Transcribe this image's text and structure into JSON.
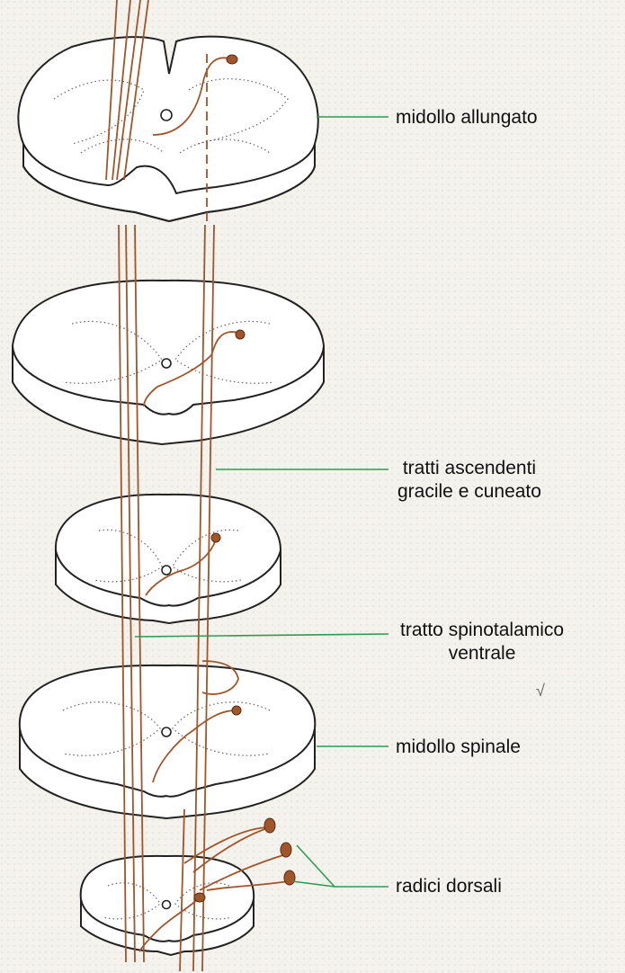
{
  "labels": {
    "medulla": "midollo allungato",
    "gracile_line1": "tratti ascendenti",
    "gracile_line2": "gracile e cuneato",
    "spinothalamic_line1": "tratto spinotalamico",
    "spinothalamic_line2": "ventrale",
    "spinal_cord": "midollo spinale",
    "dorsal_roots": "radici dorsali",
    "tick_mark": "√"
  },
  "colors": {
    "fiber": "#a0552a",
    "leader": "#2f9a54",
    "outline": "#222222",
    "dots": "#666666",
    "background": "#f4f2ec"
  }
}
